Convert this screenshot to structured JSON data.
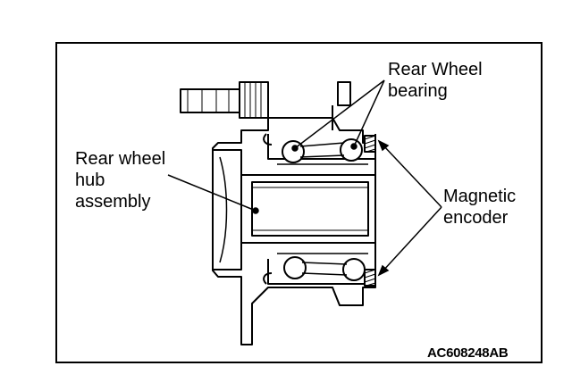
{
  "labels": {
    "bearing": "Rear Wheel\nbearing",
    "hub": "Rear wheel\nhub\nassembly",
    "encoder": "Magnetic\nencoder"
  },
  "figure_code": "AC608248AB",
  "icons": {
    "diagram": "hub-bearing-cross-section"
  }
}
